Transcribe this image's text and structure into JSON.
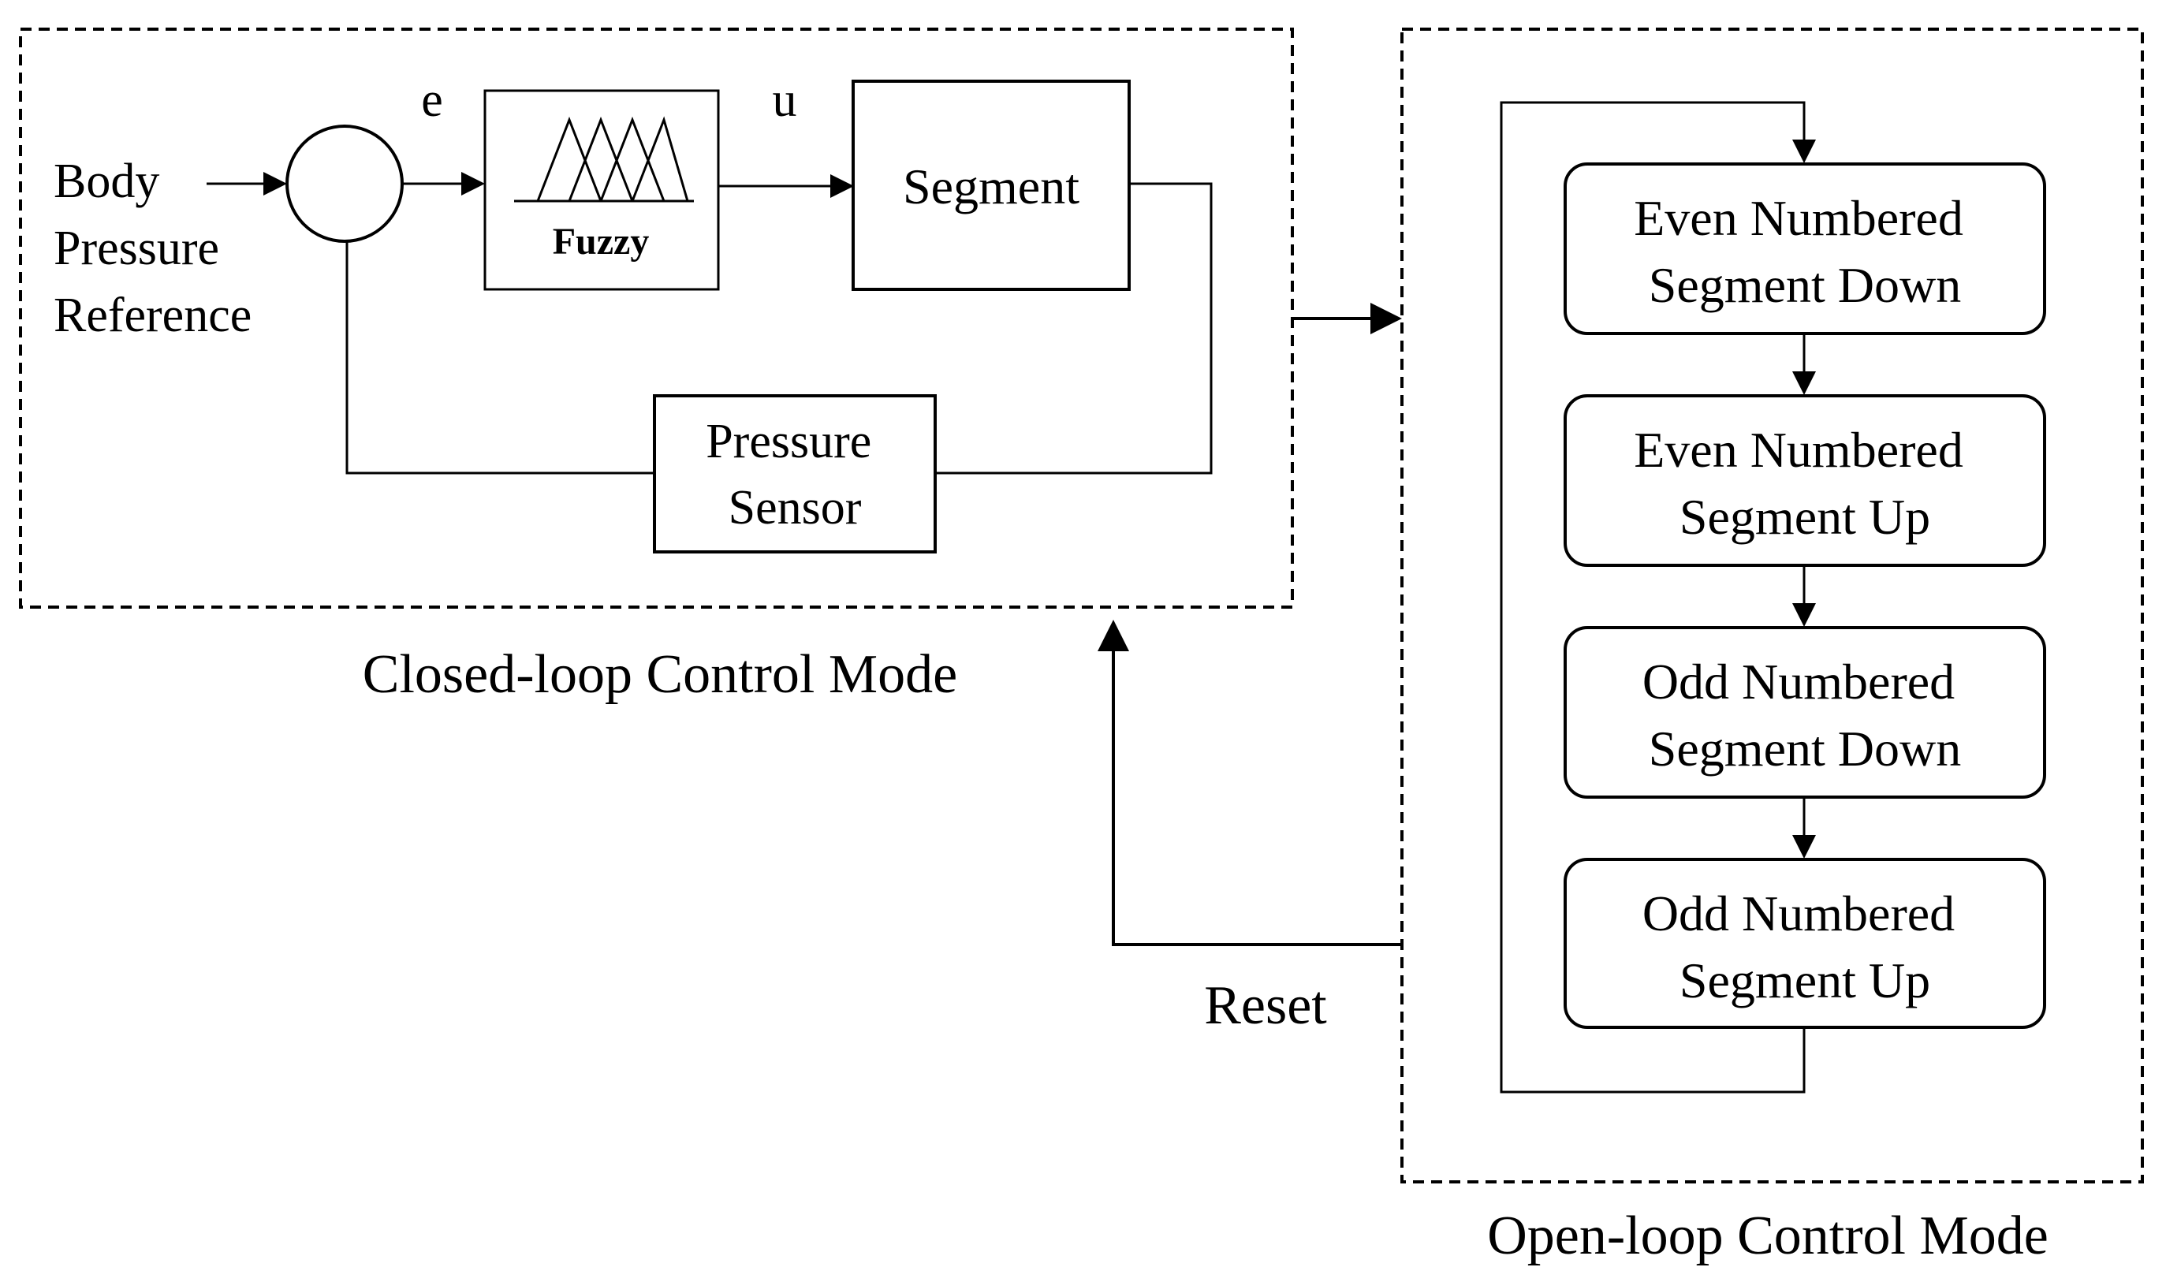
{
  "diagram": {
    "closed_loop": {
      "caption": "Closed-loop Control Mode",
      "input_label_lines": [
        "Body",
        "Pressure",
        "Reference"
      ],
      "error_label": "e",
      "control_label": "u",
      "fuzzy_label": "Fuzzy",
      "segment_label": "Segment",
      "sensor_label_lines": [
        "Pressure",
        "Sensor"
      ]
    },
    "open_loop": {
      "caption": "Open-loop Control Mode",
      "steps": [
        {
          "line1": "Even Numbered",
          "line2": "Segment Down"
        },
        {
          "line1": "Even Numbered",
          "line2": "Segment Up"
        },
        {
          "line1": "Odd Numbered",
          "line2": "Segment Down"
        },
        {
          "line1": "Odd Numbered",
          "line2": "Segment Up"
        }
      ]
    },
    "reset_label": "Reset"
  }
}
